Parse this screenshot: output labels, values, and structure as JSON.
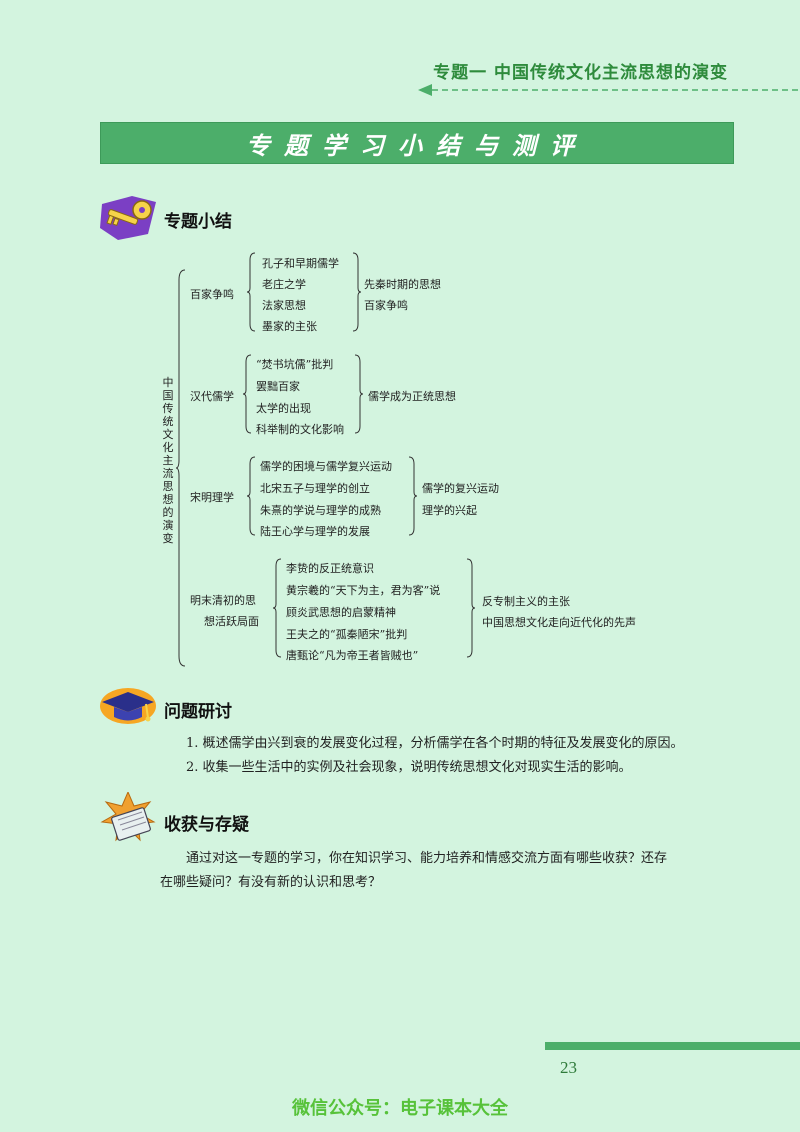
{
  "header": {
    "title": "专题一 中国传统文化主流思想的演变"
  },
  "banner": {
    "title": "专题学习小结与测评"
  },
  "summary": {
    "title": "专题小结",
    "root_label": "中国传统文化主流思想的演变",
    "groups": [
      {
        "label": "百家争鸣",
        "items": [
          "孔子和早期儒学",
          "老庄之学",
          "法家思想",
          "墨家的主张"
        ],
        "conclusions": [
          "先秦时期的思想",
          "百家争鸣"
        ]
      },
      {
        "label": "汉代儒学",
        "items": [
          "“焚书坑儒”批判",
          "罢黜百家",
          "太学的出现",
          "科举制的文化影响"
        ],
        "conclusions": [
          "儒学成为正统思想"
        ]
      },
      {
        "label": "宋明理学",
        "items": [
          "儒学的困境与儒学复兴运动",
          "北宋五子与理学的创立",
          "朱熹的学说与理学的成熟",
          "陆王心学与理学的发展"
        ],
        "conclusions": [
          "儒学的复兴运动",
          "理学的兴起"
        ]
      },
      {
        "label_lines": [
          "明末清初的思",
          "想活跃局面"
        ],
        "items": [
          "李贽的反正统意识",
          "黄宗羲的“天下为主，君为客”说",
          "顾炎武思想的启蒙精神",
          "王夫之的“孤秦陋宋”批判",
          "唐甄论“凡为帝王者皆贼也”"
        ],
        "conclusions": [
          "反专制主义的主张",
          "中国思想文化走向近代化的先声"
        ]
      }
    ]
  },
  "discussion": {
    "title": "问题研讨",
    "items": [
      "1. 概述儒学由兴到衰的发展变化过程，分析儒学在各个时期的特征及发展变化的原因。",
      "2. 收集一些生活中的实例及社会现象，说明传统思想文化对现实生活的影响。"
    ]
  },
  "reflection": {
    "title": "收获与存疑",
    "line1": "通过对这一专题的学习，你在知识学习、能力培养和情感交流方面有哪些收获？还存",
    "line2": "在哪些疑问？有没有新的认识和思考？"
  },
  "footer": {
    "page_number": "23",
    "watermark": "微信公众号：电子课本大全"
  },
  "colors": {
    "background": "#d3f4df",
    "accent": "#4cae6a",
    "header_text": "#2e8b3c",
    "watermark": "#57c23a"
  },
  "icons": [
    "key-icon",
    "graduation-cap-icon",
    "notebook-icon"
  ]
}
